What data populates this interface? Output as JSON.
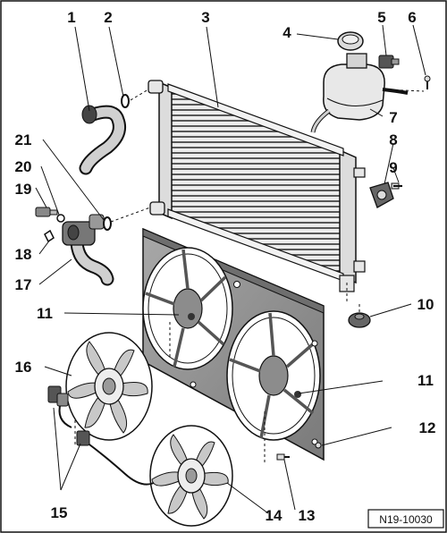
{
  "figure_code": "N19-10030",
  "callouts": [
    "1",
    "2",
    "3",
    "4",
    "5",
    "6",
    "7",
    "8",
    "9",
    "10",
    "11",
    "11",
    "12",
    "13",
    "14",
    "15",
    "16",
    "17",
    "18",
    "19",
    "20",
    "21"
  ],
  "colors": {
    "line": "#1a1a1a",
    "light_gray": "#d8d8d8",
    "mid_gray": "#9a9a9a",
    "dark_gray": "#555555",
    "shroud": "#8c8c8c",
    "background": "#ffffff"
  }
}
